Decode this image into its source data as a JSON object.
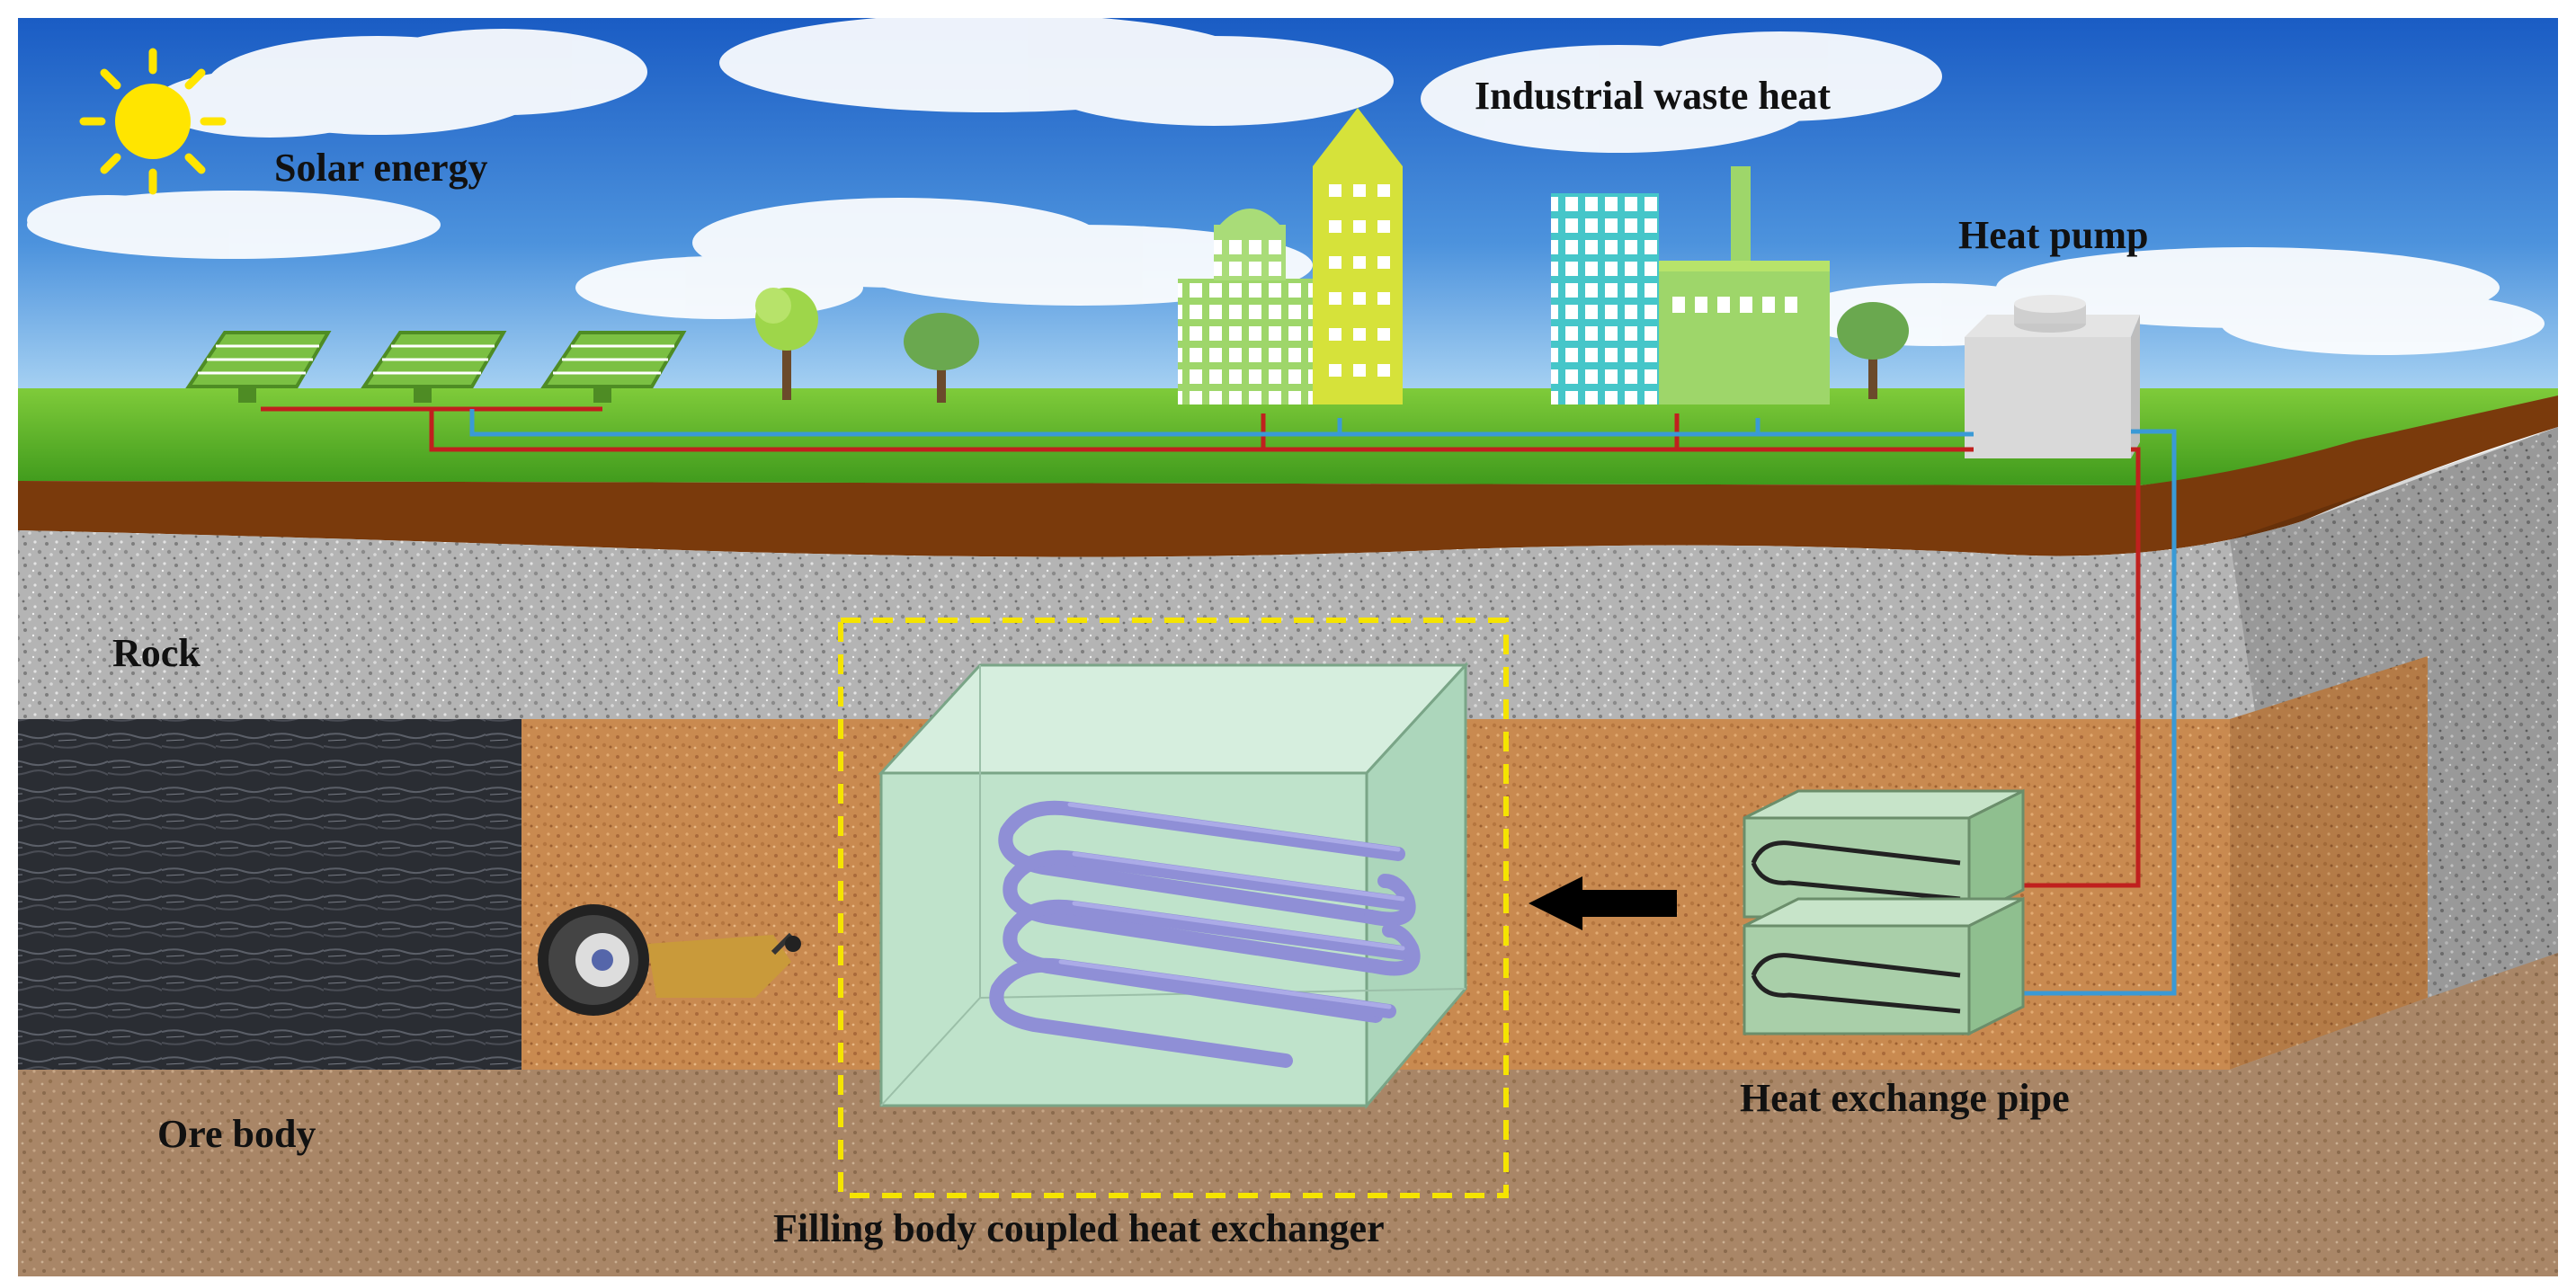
{
  "labels": {
    "solar": "Solar energy",
    "industrial": "Industrial waste heat",
    "heat_pump": "Heat pump",
    "rock": "Rock",
    "ore_body": "Ore body",
    "heat_exchange_pipe": "Heat exchange pipe",
    "filling_body": "Filling body coupled heat exchanger"
  },
  "colors": {
    "sky_top": "#1f64c8",
    "sky_bottom": "#8fc2ee",
    "grass": "#5fb52a",
    "soil_brown": "#7a3a0c",
    "rock_gray": "#b9b9b9",
    "ore_orange": "#c98a4e",
    "hot_pipe": "#c0201e",
    "cold_pipe": "#3a9ad6",
    "highlight_box": "#f5e400",
    "exchanger_green": "#b7dcc4",
    "coil_purple": "#8f8fd6"
  },
  "icons": [
    "sun-icon",
    "solar-panel-icon",
    "tree-icon",
    "building-icon",
    "factory-icon",
    "heat-pump-unit",
    "arrow-left-icon",
    "ore-block",
    "drilling-machine"
  ]
}
